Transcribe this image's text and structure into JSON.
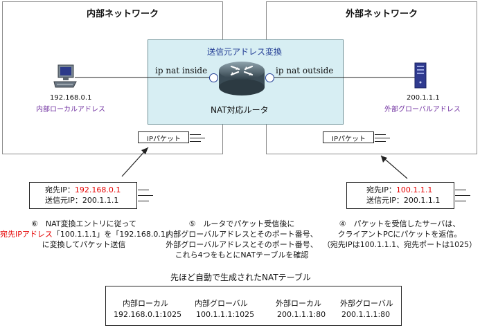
{
  "zones": {
    "internal_title": "内部ネットワーク",
    "external_title": "外部ネットワーク"
  },
  "router": {
    "box_title": "送信元アドレス変換",
    "inside_label": "ip nat inside",
    "outside_label": "ip nat outside",
    "name": "NAT対応ルータ"
  },
  "pc": {
    "ip": "192.168.0.1",
    "desc": "内部ローカルアドレス"
  },
  "server": {
    "ip": "200.1.1.1",
    "desc": "外部グローバルアドレス"
  },
  "packets": {
    "left_label": "IPパケット",
    "right_label": "IPパケット"
  },
  "left_info": {
    "dst_label": "宛先IP：",
    "dst_value": "192.168.0.1",
    "src_label": "送信元IP：",
    "src_value": "200.1.1.1"
  },
  "right_info": {
    "dst_label": "宛先IP：",
    "dst_value": "100.1.1.1",
    "src_label": "送信元IP：",
    "src_value": "200.1.1.1"
  },
  "steps": {
    "step6": {
      "line1": "⑥　NAT変換エントリに従って",
      "line2_red": "宛先IPアドレス",
      "line2_rest": "「100.1.1.1」を「192.168.0.1」",
      "line3": "に変換してパケット送信"
    },
    "step5": {
      "line1": "⑤　ルータでパケット受信後に",
      "line2": "内部グローバルアドレスとそのポート番号、",
      "line3": "外部グローバルアドレスとそのポート番号、",
      "line4": "これら4つをもとにNATテーブルを確認"
    },
    "step4": {
      "line1": "④　パケットを受信したサーバは、",
      "line2": "クライアントPCにパケットを返信。",
      "line3": "（宛先IPは100.1.1.1、宛先ポートは1025）"
    }
  },
  "nat_table": {
    "title": "先ほど自動で生成されたNATテーブル",
    "headers": [
      "内部ローカル",
      "内部グローバル",
      "外部ローカル",
      "外部グローバル"
    ],
    "row": [
      "192.168.0.1:1025",
      "100.1.1.1:1025",
      "200.1.1.1:80",
      "200.1.1.1:80"
    ]
  },
  "colors": {
    "accent_red": "#e60000",
    "purple": "#7030a0",
    "router_box_bg": "#d7eef3",
    "interface_blue": "#1f3a93"
  }
}
